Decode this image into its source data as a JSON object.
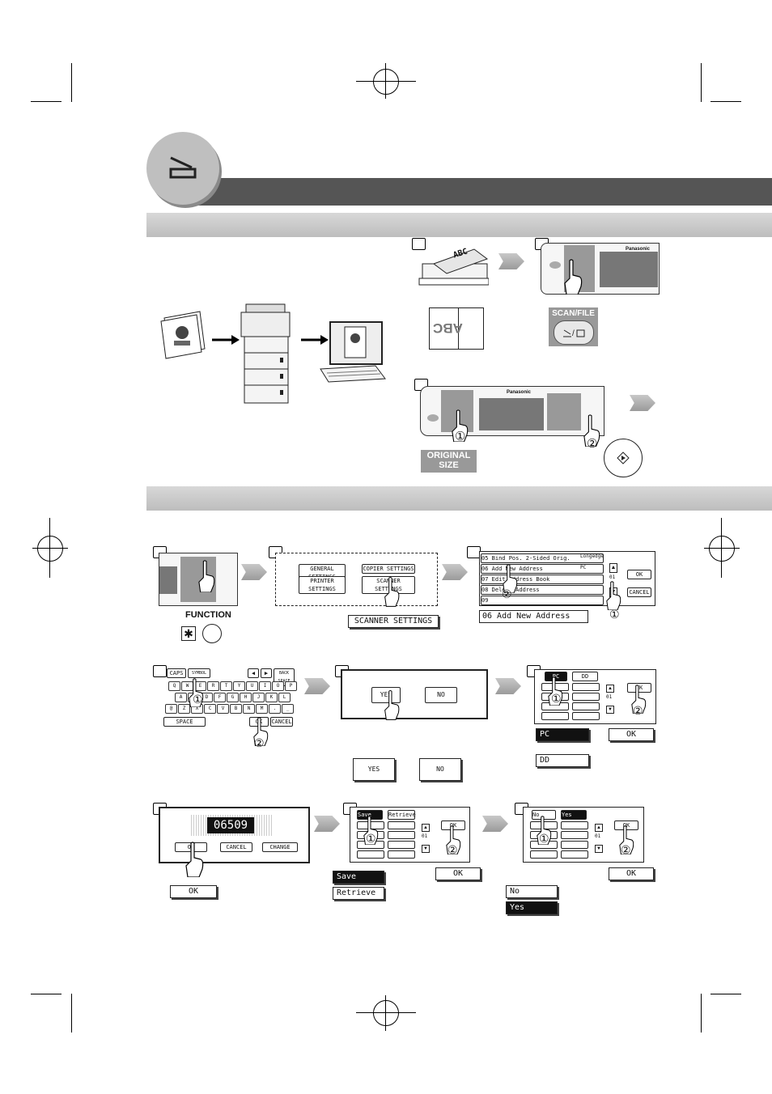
{
  "labels": {
    "scan_file": "SCAN/FILE",
    "original_size_1": "ORIGINAL",
    "original_size_2": "SIZE",
    "function": "FUNCTION",
    "abc": "ABC",
    "panasonic": "Panasonic"
  },
  "steps": {
    "s2_buttons": [
      "GENERAL SETTINGS",
      "COPIER SETTINGS",
      "PRINTER SETTINGS",
      "SCANNER SETTINGS"
    ],
    "s2_label": "SCANNER SETTINGS",
    "s3_rows": [
      "05 Bind Pos. 2-Sided Orig.",
      "06 Add New Address",
      "07 Edit Address Book",
      "08 Delete Address",
      "09"
    ],
    "s3_values": [
      "Longedge",
      "PC"
    ],
    "s3_side": [
      "OK",
      "CANCEL"
    ],
    "s3_label": "06  Add New Address",
    "kb_top": [
      "CAPS",
      "SYMBOL",
      "BACK SPACE"
    ],
    "kb_row1": [
      "Q",
      "W",
      "E",
      "R",
      "T",
      "Y",
      "U",
      "I",
      "O",
      "P"
    ],
    "kb_row2": [
      "A",
      "S",
      "D",
      "F",
      "G",
      "H",
      "J",
      "K",
      "L"
    ],
    "kb_row3": [
      "@",
      "Z",
      "X",
      "C",
      "V",
      "B",
      "N",
      "M",
      ".",
      "_"
    ],
    "kb_bottom": [
      "SPACE",
      "OK",
      "CANCEL"
    ],
    "yes": "YES",
    "no": "NO",
    "pc": "PC",
    "dd": "DD",
    "ok": "OK",
    "code": "06509",
    "cancel": "CANCEL",
    "change": "CHANGE",
    "save": "Save",
    "retrieve": "Retrieve",
    "no_opt": "No",
    "yes_opt": "Yes",
    "page_count": "01",
    "circled1": "①",
    "circled2": "②"
  },
  "colors": {
    "header_bar": "#555555",
    "section_bar": "#c8c8c8",
    "tab_circle": "#bfbfbf"
  }
}
